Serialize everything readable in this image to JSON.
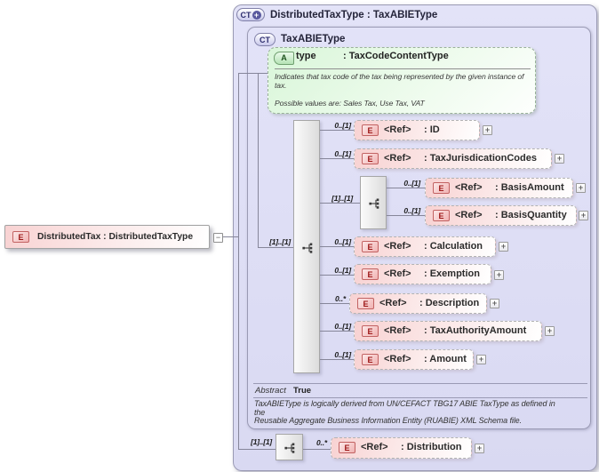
{
  "icons": {
    "element": "E",
    "complex_type": "CT",
    "attribute": "A",
    "plus": "+",
    "collapse": "−"
  },
  "root": {
    "label": "DistributedTax : DistributedTaxType"
  },
  "outer": {
    "title": "DistributedTaxType : TaxABIEType"
  },
  "inner": {
    "title": "TaxABIEType",
    "attribute": {
      "name": "type",
      "type": ": TaxCodeContentType",
      "doc": "Indicates that tax code of the tax being represented by the given instance of tax.",
      "values": "Possible values are: Sales Tax, Use Tax, VAT"
    },
    "sequence_cardinality": "[1]..[1]",
    "rows": [
      {
        "cardinality": "0..[1]",
        "ref": "<Ref>",
        "name": ": ID"
      },
      {
        "cardinality": "0..[1]",
        "ref": "<Ref>",
        "name": ": TaxJurisdicationCodes"
      },
      {
        "cardinality": "0..[1]",
        "ref": "<Ref>",
        "name": ": Calculation"
      },
      {
        "cardinality": "0..[1]",
        "ref": "<Ref>",
        "name": ": Exemption"
      },
      {
        "cardinality": "0..*",
        "ref": "<Ref>",
        "name": ": Description"
      },
      {
        "cardinality": "0..[1]",
        "ref": "<Ref>",
        "name": ": TaxAuthorityAmount"
      },
      {
        "cardinality": "0..[1]",
        "ref": "<Ref>",
        "name": ": Amount"
      }
    ],
    "nested_sequence": {
      "cardinality": "[1]..[1]",
      "rows": [
        {
          "cardinality": "0..[1]",
          "ref": "<Ref>",
          "name": ": BasisAmount"
        },
        {
          "cardinality": "0..[1]",
          "ref": "<Ref>",
          "name": ": BasisQuantity"
        }
      ]
    },
    "abstract": {
      "label": "Abstract",
      "value": "True"
    },
    "notes": [
      "TaxABIEType is logically derived from UN/CEFACT TBG17 ABIE TaxType as defined in the",
      "Reusable Aggregate Business Information Entity (RUABIE) XML Schema file."
    ]
  },
  "bottom": {
    "cardinality": "[1]..[1]",
    "row": {
      "cardinality": "0..*",
      "ref": "<Ref>",
      "name": ": Distribution"
    }
  }
}
